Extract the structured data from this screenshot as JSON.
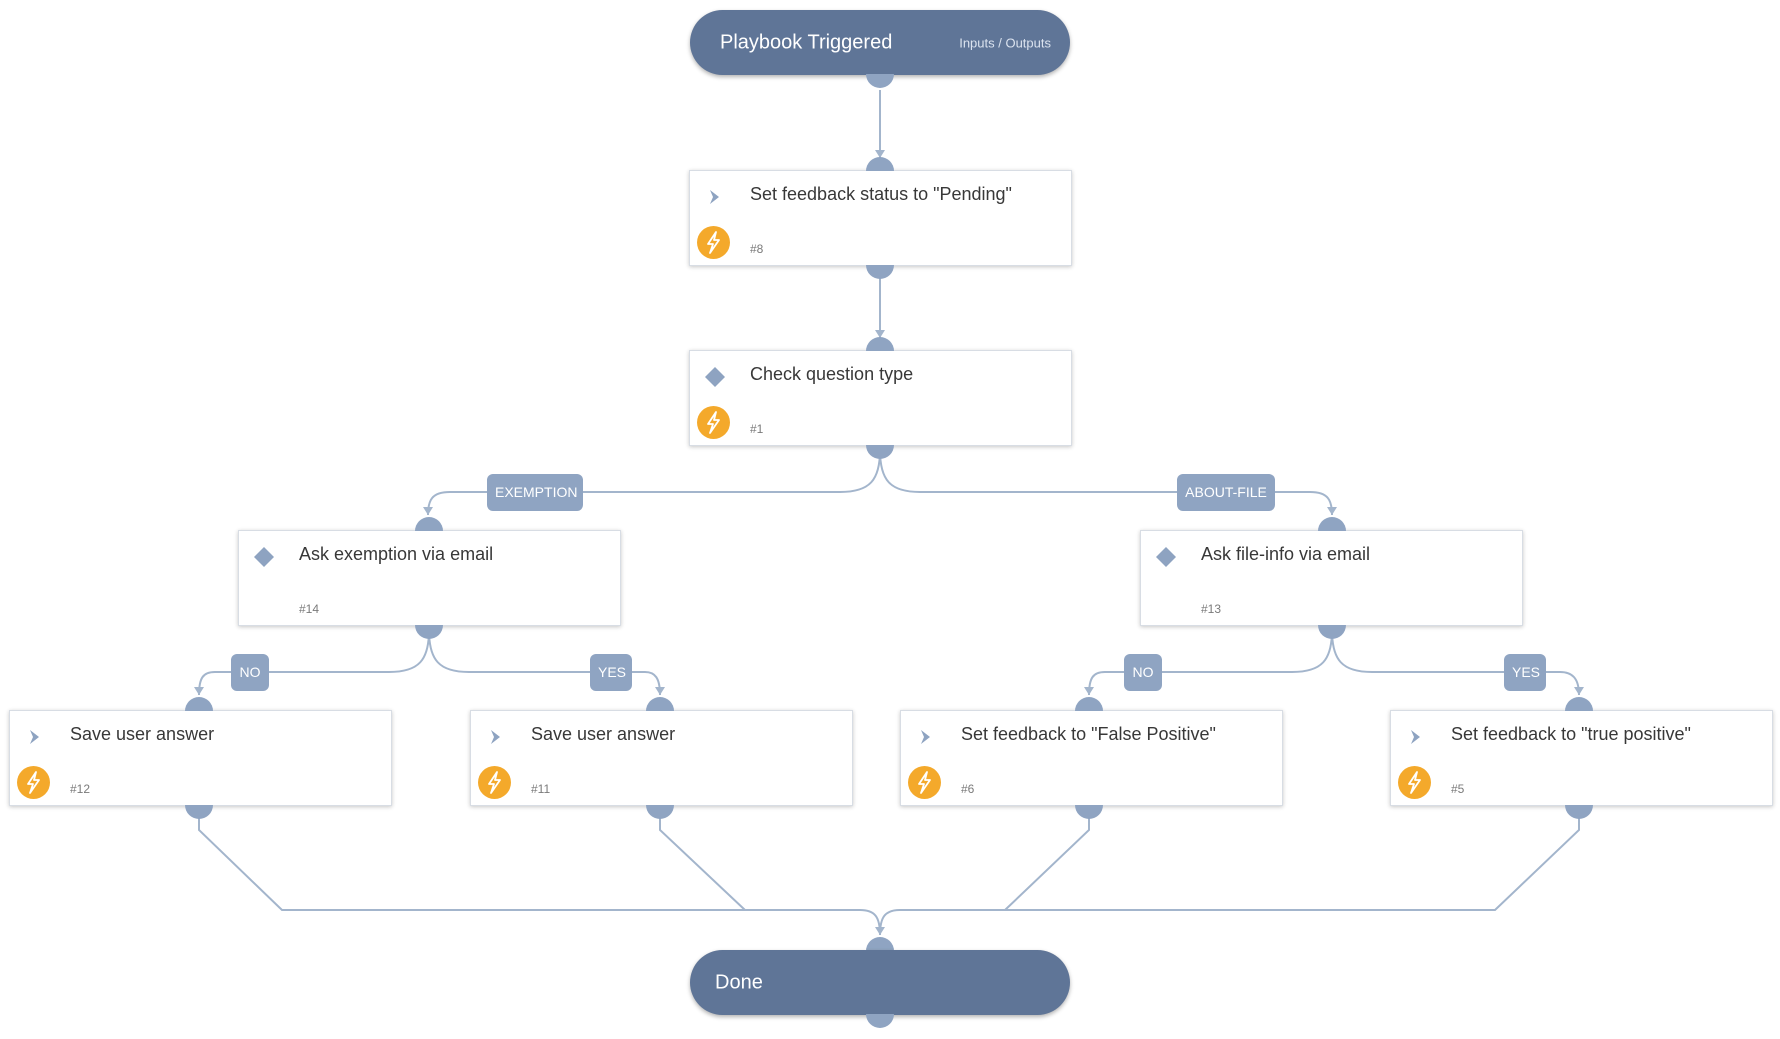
{
  "colors": {
    "pill": "#5f7597",
    "edge": "#a3b5cc",
    "port": "#8fa4c2",
    "condition_label": "#8fa4c2",
    "bolt": "#f4a92b",
    "task_icon": "#8ea3c1"
  },
  "start": {
    "title": "Playbook Triggered",
    "link": "Inputs / Outputs"
  },
  "end": {
    "title": "Done"
  },
  "tasks": {
    "t8": {
      "label": "Set feedback status to \"Pending\"",
      "number": "#8",
      "icon": "chevron-icon",
      "automation": true
    },
    "t1": {
      "label": "Check question type",
      "number": "#1",
      "icon": "diamond-icon",
      "automation": true
    },
    "t14": {
      "label": "Ask exemption via email",
      "number": "#14",
      "icon": "diamond-icon",
      "automation": false
    },
    "t13": {
      "label": "Ask file-info via email",
      "number": "#13",
      "icon": "diamond-icon",
      "automation": false
    },
    "t12": {
      "label": "Save user answer",
      "number": "#12",
      "icon": "chevron-icon",
      "automation": true
    },
    "t11": {
      "label": "Save user answer",
      "number": "#11",
      "icon": "chevron-icon",
      "automation": true
    },
    "t6": {
      "label": "Set feedback to \"False Positive\"",
      "number": "#6",
      "icon": "chevron-icon",
      "automation": true
    },
    "t5": {
      "label": "Set feedback to \"true positive\"",
      "number": "#5",
      "icon": "chevron-icon",
      "automation": true
    }
  },
  "conditions": {
    "exemption": "EXEMPTION",
    "about_file": "ABOUT-FILE",
    "no_left": "NO",
    "yes_left": "YES",
    "no_right": "NO",
    "yes_right": "YES"
  }
}
